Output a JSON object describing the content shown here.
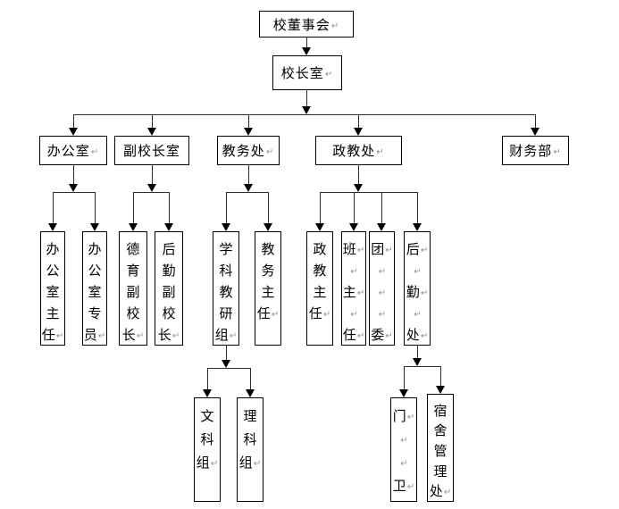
{
  "diagram": {
    "type": "school-org-chart",
    "background_color": "#ffffff",
    "box_border_color": "#000000",
    "line_color": "#2e2e2e",
    "text_color": "#000000",
    "return_mark": "↵",
    "return_mark_color": "#909090",
    "nodes": {
      "board": {
        "label": "校董事会",
        "lines": [
          {
            "t": "校董事会",
            "m": true
          }
        ]
      },
      "principal": {
        "label": "校长室",
        "lines": [
          {
            "t": "校长室",
            "m": true
          }
        ]
      },
      "office": {
        "label": "办公室",
        "lines": [
          {
            "t": "办公室",
            "m": true
          }
        ]
      },
      "vice_principal": {
        "label": "副校长室",
        "lines": [
          {
            "t": "副校长室",
            "m": false
          }
        ]
      },
      "academic_affairs": {
        "label": "教务处",
        "lines": [
          {
            "t": "教务处",
            "m": true
          }
        ]
      },
      "political_education": {
        "label": "政教处",
        "lines": [
          {
            "t": "政教处",
            "m": true
          }
        ]
      },
      "finance": {
        "label": "财务部",
        "lines": [
          {
            "t": "财务部",
            "m": true
          }
        ]
      },
      "office_director": {
        "label": "办公室主任",
        "lines": [
          {
            "t": "办"
          },
          {
            "t": "公"
          },
          {
            "t": "室"
          },
          {
            "t": "主"
          },
          {
            "t": "任",
            "m": true
          }
        ]
      },
      "office_specialist": {
        "label": "办公室专员",
        "lines": [
          {
            "t": "办"
          },
          {
            "t": "公"
          },
          {
            "t": "室"
          },
          {
            "t": "专"
          },
          {
            "t": "员",
            "m": true
          }
        ]
      },
      "moral_vp": {
        "label": "德育副校长",
        "lines": [
          {
            "t": "德"
          },
          {
            "t": "育"
          },
          {
            "t": "副"
          },
          {
            "t": "校"
          },
          {
            "t": "长",
            "m": true
          }
        ]
      },
      "logistics_vp": {
        "label": "后勤副校长",
        "lines": [
          {
            "t": "后"
          },
          {
            "t": "勤"
          },
          {
            "t": "副"
          },
          {
            "t": "校"
          },
          {
            "t": "长",
            "m": true
          }
        ]
      },
      "teaching_group": {
        "label": "学科教研组",
        "lines": [
          {
            "t": "学"
          },
          {
            "t": "科"
          },
          {
            "t": "教"
          },
          {
            "t": "研"
          },
          {
            "t": "组",
            "m": true
          }
        ]
      },
      "academic_director": {
        "label": "教务主任",
        "lines": [
          {
            "t": "教"
          },
          {
            "t": "务"
          },
          {
            "t": "主"
          },
          {
            "t": "任",
            "m": true
          }
        ]
      },
      "political_director": {
        "label": "政教主任",
        "lines": [
          {
            "t": "政"
          },
          {
            "t": "教"
          },
          {
            "t": "主"
          },
          {
            "t": "任",
            "m": true
          }
        ]
      },
      "class_teacher": {
        "label": "班主任",
        "lines": [
          {
            "t": "班",
            "m": true
          },
          {
            "t": "",
            "m": true
          },
          {
            "t": "主",
            "m": true
          },
          {
            "t": "",
            "m": true
          },
          {
            "t": "任",
            "m": true
          }
        ]
      },
      "youth_league": {
        "label": "团委",
        "lines": [
          {
            "t": "团",
            "m": true
          },
          {
            "t": "",
            "m": true
          },
          {
            "t": "",
            "m": true
          },
          {
            "t": "",
            "m": true
          },
          {
            "t": "委",
            "m": true
          }
        ]
      },
      "logistics_office": {
        "label": "后勤处",
        "lines": [
          {
            "t": "后",
            "m": true
          },
          {
            "t": "",
            "m": true
          },
          {
            "t": "勤",
            "m": true
          },
          {
            "t": "",
            "m": true
          },
          {
            "t": "处",
            "m": true
          }
        ]
      },
      "liberal_arts_group": {
        "label": "文科组",
        "lines": [
          {
            "t": "文"
          },
          {
            "t": "科"
          },
          {
            "t": "组",
            "m": true
          }
        ]
      },
      "science_group": {
        "label": "理科组",
        "lines": [
          {
            "t": "理"
          },
          {
            "t": "科"
          },
          {
            "t": "组",
            "m": true
          }
        ]
      },
      "gate_guard": {
        "label": "门卫",
        "lines": [
          {
            "t": "门",
            "m": true
          },
          {
            "t": "",
            "m": true
          },
          {
            "t": "",
            "m": true
          },
          {
            "t": "卫",
            "m": true
          }
        ]
      },
      "dorm_management": {
        "label": "宿舍管理处",
        "lines": [
          {
            "t": "宿"
          },
          {
            "t": "舍"
          },
          {
            "t": "管"
          },
          {
            "t": "理"
          },
          {
            "t": "处",
            "m": true
          }
        ]
      }
    },
    "edges": [
      [
        "board",
        "principal"
      ],
      [
        "principal",
        "office"
      ],
      [
        "principal",
        "vice_principal"
      ],
      [
        "principal",
        "academic_affairs"
      ],
      [
        "principal",
        "political_education"
      ],
      [
        "principal",
        "finance"
      ],
      [
        "office",
        "office_director"
      ],
      [
        "office",
        "office_specialist"
      ],
      [
        "vice_principal",
        "moral_vp"
      ],
      [
        "vice_principal",
        "logistics_vp"
      ],
      [
        "academic_affairs",
        "teaching_group"
      ],
      [
        "academic_affairs",
        "academic_director"
      ],
      [
        "political_education",
        "political_director"
      ],
      [
        "political_education",
        "class_teacher"
      ],
      [
        "political_education",
        "youth_league"
      ],
      [
        "political_education",
        "logistics_office"
      ],
      [
        "teaching_group",
        "liberal_arts_group"
      ],
      [
        "teaching_group",
        "science_group"
      ],
      [
        "logistics_office",
        "gate_guard"
      ],
      [
        "logistics_office",
        "dorm_management"
      ]
    ]
  }
}
